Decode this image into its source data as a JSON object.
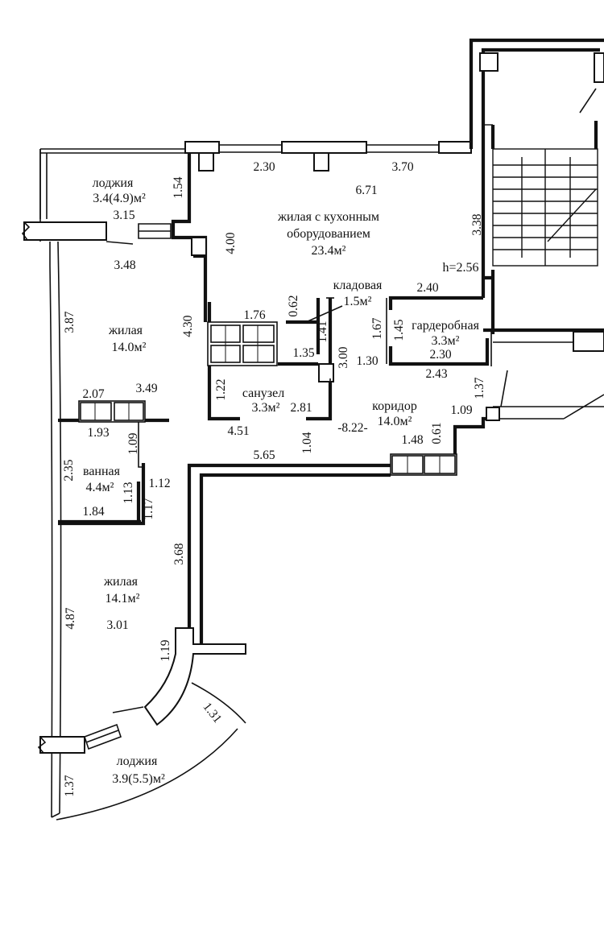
{
  "rooms": {
    "loggia_top": {
      "name": "лоджия",
      "area": "3.4(4.9)м²"
    },
    "kitchen_living": {
      "name1": "жилая с кухонным",
      "name2": "оборудованием",
      "area": "23.4м²"
    },
    "storage": {
      "name": "кладовая",
      "area": "1.5м²"
    },
    "wardrobe": {
      "name": "гардеробная",
      "area": "3.3м²"
    },
    "living_1": {
      "name": "жилая",
      "area": "14.0м²"
    },
    "wc": {
      "name": "санузел",
      "area": "3.3м²"
    },
    "corridor": {
      "name": "коридор",
      "area": "14.0м²"
    },
    "bathroom": {
      "name": "ванная",
      "area": "4.4м²"
    },
    "living_2": {
      "name": "жилая",
      "area": "14.1м²"
    },
    "loggia_bottom": {
      "name": "лоджия",
      "area": "3.9(5.5)м²"
    }
  },
  "ceiling_height": "h=2.56",
  "dimensions": {
    "d_230_top": "2.30",
    "d_370": "3.70",
    "d_671": "6.71",
    "d_154": "1.54",
    "d_315": "3.15",
    "d_400": "4.00",
    "d_338": "3.38",
    "d_348": "3.48",
    "d_240": "2.40",
    "d_062": "0.62",
    "d_176": "1.76",
    "d_430": "4.30",
    "d_387": "3.87",
    "d_141": "1.41",
    "d_167": "1.67",
    "d_145": "1.45",
    "d_135": "1.35",
    "d_300": "3.00",
    "d_130": "1.30",
    "d_230_wr": "2.30",
    "d_243": "2.43",
    "d_349": "3.49",
    "d_207": "2.07",
    "d_122": "1.22",
    "d_281": "2.81",
    "d_137_top": "1.37",
    "d_109_corr": "1.09",
    "d_193": "1.93",
    "d_451": "4.51",
    "d_822": "-8.22-",
    "d_104": "1.04",
    "d_061": "0.61",
    "d_148": "1.48",
    "d_109_bath": "1.09",
    "d_565": "5.65",
    "d_235": "2.35",
    "d_112": "1.12",
    "d_113": "1.13",
    "d_117": "1.17",
    "d_184": "1.84",
    "d_368": "3.68",
    "d_487": "4.87",
    "d_301": "3.01",
    "d_119": "1.19",
    "d_131": "1.31",
    "d_137_bottom": "1.37"
  }
}
